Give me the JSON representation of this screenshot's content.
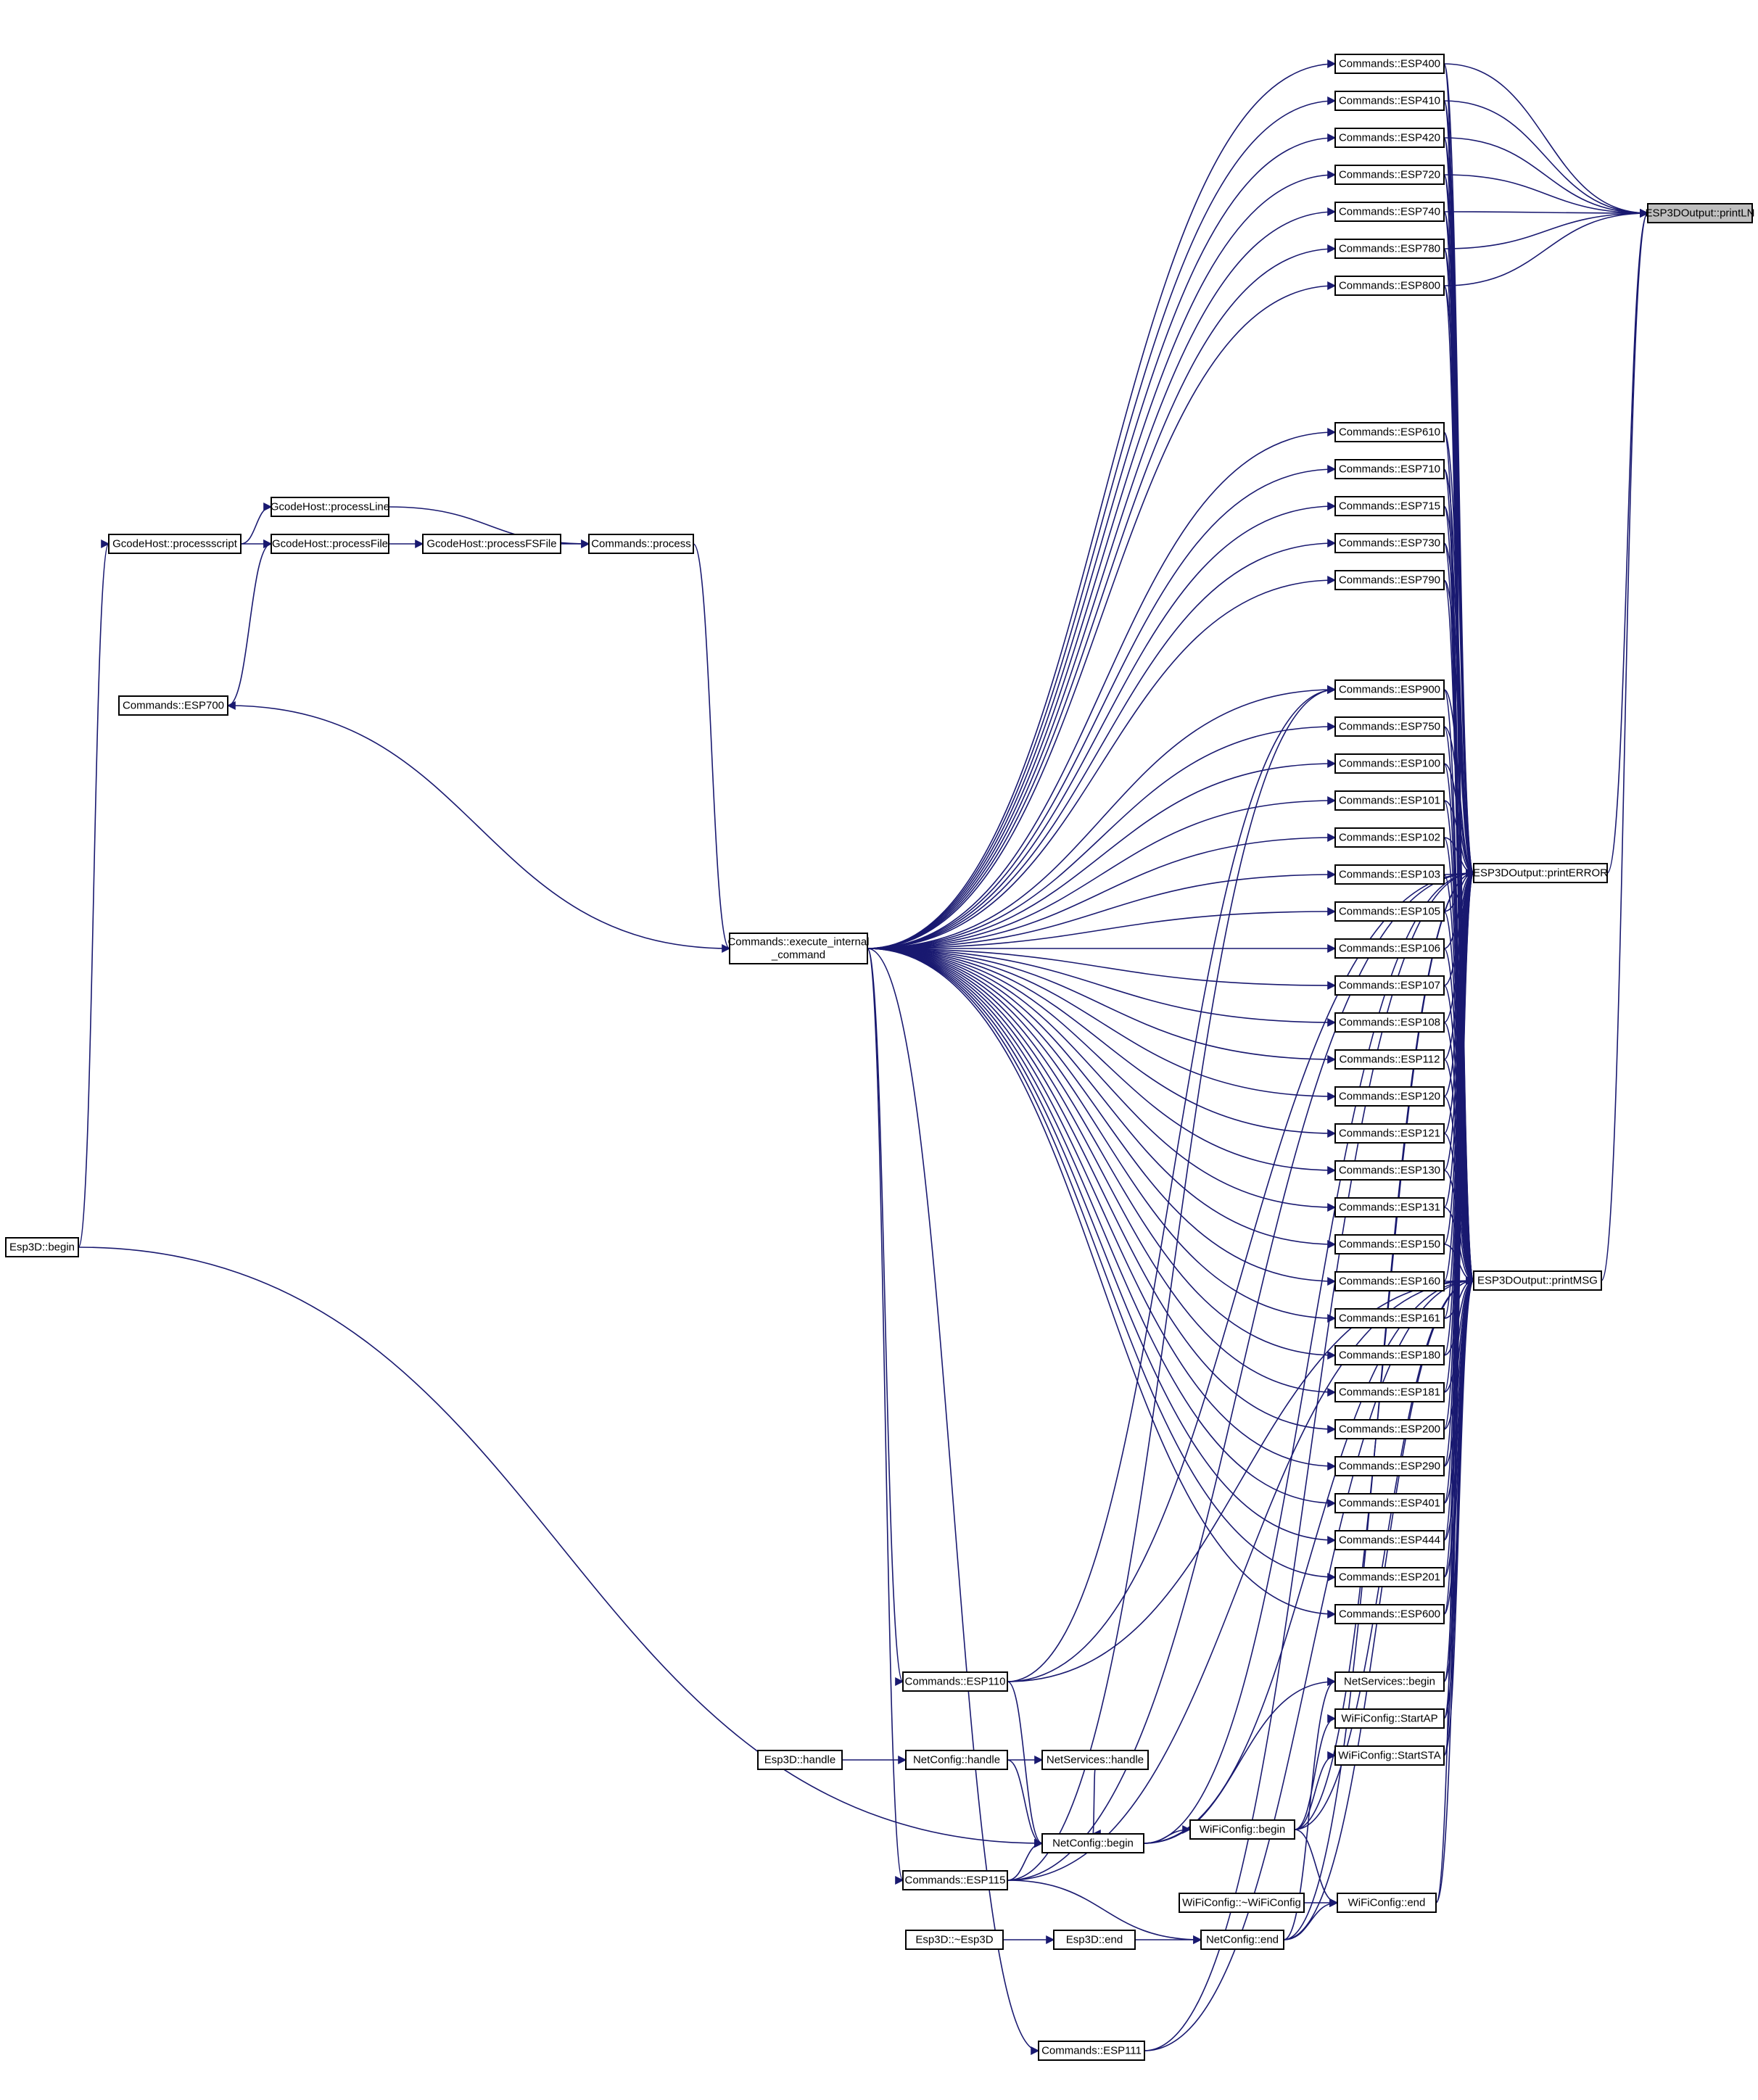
{
  "colors": {
    "edge": "#191970",
    "node_border": "#000000",
    "node_fill": "#ffffff",
    "highlight_fill": "#bfbfbf",
    "background": "#ffffff"
  },
  "nodes": [
    {
      "id": "printLN",
      "label": "ESP3DOutput::printLN",
      "highlight": true
    },
    {
      "id": "printERROR",
      "label": "ESP3DOutput::printERROR"
    },
    {
      "id": "printMSG",
      "label": "ESP3DOutput::printMSG"
    },
    {
      "id": "ESP400",
      "label": "Commands::ESP400"
    },
    {
      "id": "ESP410",
      "label": "Commands::ESP410"
    },
    {
      "id": "ESP420",
      "label": "Commands::ESP420"
    },
    {
      "id": "ESP720",
      "label": "Commands::ESP720"
    },
    {
      "id": "ESP740",
      "label": "Commands::ESP740"
    },
    {
      "id": "ESP780",
      "label": "Commands::ESP780"
    },
    {
      "id": "ESP800",
      "label": "Commands::ESP800"
    },
    {
      "id": "ESP610",
      "label": "Commands::ESP610"
    },
    {
      "id": "ESP710",
      "label": "Commands::ESP710"
    },
    {
      "id": "ESP715",
      "label": "Commands::ESP715"
    },
    {
      "id": "ESP730",
      "label": "Commands::ESP730"
    },
    {
      "id": "ESP790",
      "label": "Commands::ESP790"
    },
    {
      "id": "ESP900",
      "label": "Commands::ESP900"
    },
    {
      "id": "ESP750",
      "label": "Commands::ESP750"
    },
    {
      "id": "ESP100",
      "label": "Commands::ESP100"
    },
    {
      "id": "ESP101",
      "label": "Commands::ESP101"
    },
    {
      "id": "ESP102",
      "label": "Commands::ESP102"
    },
    {
      "id": "ESP103",
      "label": "Commands::ESP103"
    },
    {
      "id": "ESP105",
      "label": "Commands::ESP105"
    },
    {
      "id": "ESP106",
      "label": "Commands::ESP106"
    },
    {
      "id": "ESP107",
      "label": "Commands::ESP107"
    },
    {
      "id": "ESP108",
      "label": "Commands::ESP108"
    },
    {
      "id": "ESP112",
      "label": "Commands::ESP112"
    },
    {
      "id": "ESP120",
      "label": "Commands::ESP120"
    },
    {
      "id": "ESP121",
      "label": "Commands::ESP121"
    },
    {
      "id": "ESP130",
      "label": "Commands::ESP130"
    },
    {
      "id": "ESP131",
      "label": "Commands::ESP131"
    },
    {
      "id": "ESP150",
      "label": "Commands::ESP150"
    },
    {
      "id": "ESP160",
      "label": "Commands::ESP160"
    },
    {
      "id": "ESP161",
      "label": "Commands::ESP161"
    },
    {
      "id": "ESP180",
      "label": "Commands::ESP180"
    },
    {
      "id": "ESP181",
      "label": "Commands::ESP181"
    },
    {
      "id": "ESP200",
      "label": "Commands::ESP200"
    },
    {
      "id": "ESP290",
      "label": "Commands::ESP290"
    },
    {
      "id": "ESP401",
      "label": "Commands::ESP401"
    },
    {
      "id": "ESP444",
      "label": "Commands::ESP444"
    },
    {
      "id": "ESP201",
      "label": "Commands::ESP201"
    },
    {
      "id": "ESP600",
      "label": "Commands::ESP600"
    },
    {
      "id": "NetServicesBegin",
      "label": "NetServices::begin"
    },
    {
      "id": "StartAP",
      "label": "WiFiConfig::StartAP"
    },
    {
      "id": "StartSTA",
      "label": "WiFiConfig::StartSTA"
    },
    {
      "id": "ESP110",
      "label": "Commands::ESP110"
    },
    {
      "id": "ESP115",
      "label": "Commands::ESP115"
    },
    {
      "id": "ESP111",
      "label": "Commands::ESP111"
    },
    {
      "id": "execute",
      "label": "Commands::execute_internal",
      "label2": "_command"
    },
    {
      "id": "process",
      "label": "Commands::process"
    },
    {
      "id": "processFSFile",
      "label": "GcodeHost::processFSFile"
    },
    {
      "id": "processFile",
      "label": "GcodeHost::processFile"
    },
    {
      "id": "processLine",
      "label": "GcodeHost::processLine"
    },
    {
      "id": "processscript",
      "label": "GcodeHost::processscript"
    },
    {
      "id": "ESP700",
      "label": "Commands::ESP700"
    },
    {
      "id": "Esp3DBegin",
      "label": "Esp3D::begin"
    },
    {
      "id": "Esp3DHandle",
      "label": "Esp3D::handle"
    },
    {
      "id": "NetConfigHandle",
      "label": "NetConfig::handle"
    },
    {
      "id": "NetServicesHandle",
      "label": "NetServices::handle"
    },
    {
      "id": "NetConfigBegin",
      "label": "NetConfig::begin"
    },
    {
      "id": "WiFiConfigBegin",
      "label": "WiFiConfig::begin"
    },
    {
      "id": "WiFiConfigDtor",
      "label": "WiFiConfig::~WiFiConfig"
    },
    {
      "id": "WiFiConfigEnd",
      "label": "WiFiConfig::end"
    },
    {
      "id": "Esp3DDtor",
      "label": "Esp3D::~Esp3D"
    },
    {
      "id": "Esp3DEnd",
      "label": "Esp3D::end"
    },
    {
      "id": "NetConfigEnd",
      "label": "NetConfig::end"
    }
  ]
}
